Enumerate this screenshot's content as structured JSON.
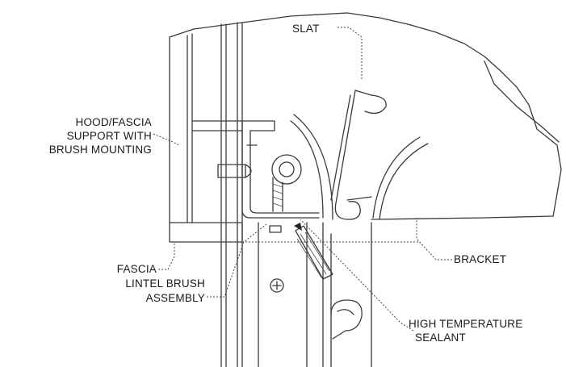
{
  "labels": {
    "slat": "SLAT",
    "hood_line1": "HOOD/FASCIA",
    "hood_line2": "SUPPORT WITH",
    "hood_line3": "BRUSH MOUNTING",
    "fascia": "FASCIA",
    "bracket": "BRACKET",
    "lintel_line1": "LINTEL BRUSH",
    "lintel_line2": "ASSEMBLY",
    "sealant_line1": "HIGH TEMPERATURE",
    "sealant_line2": "SEALANT"
  },
  "colors": {
    "line": "#3a3a3a",
    "background": "#ffffff"
  }
}
